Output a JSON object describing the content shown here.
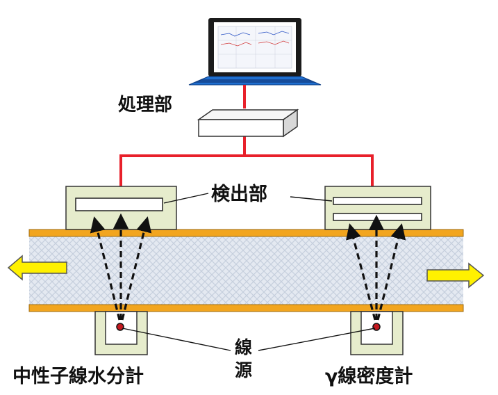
{
  "labels": {
    "processing_unit": "処理部",
    "detector_unit": "検出部",
    "source_line1": "線",
    "source_line2": "源",
    "neutron_moisture_meter": "中性子線水分計",
    "gamma_density_meter": "γ線密度計"
  },
  "colors": {
    "signal_line": "#e8202a",
    "pipe_wall": "#f2a51e",
    "flow_arrow": "#fff100",
    "detector_box": "#e6eccc",
    "laptop": "#1f6fd0"
  }
}
